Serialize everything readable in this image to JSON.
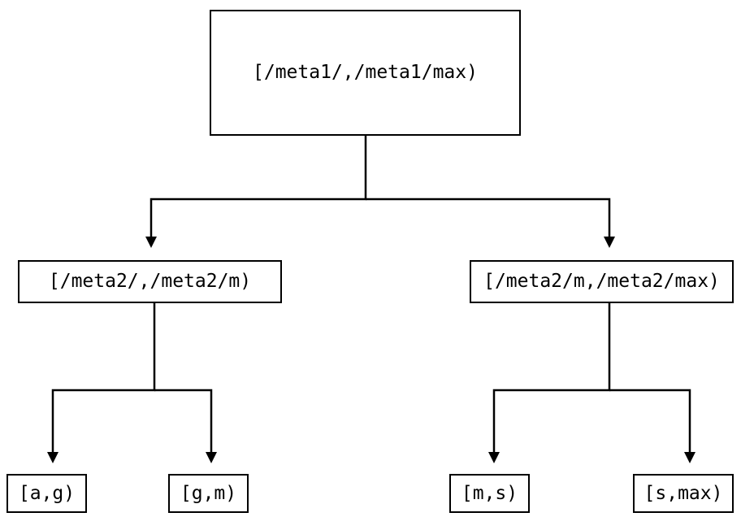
{
  "diagram": {
    "type": "binary-partition-tree",
    "orientation": "top-down",
    "background_color": "#ffffff",
    "line_color": "#000000",
    "text_color": "#000000",
    "arrowhead": "filled-triangle-down",
    "nodes": {
      "root": {
        "label": "[/meta1/,/meta1/max)",
        "level": 0
      },
      "mid_left": {
        "label": "[/meta2/,/meta2/m)",
        "level": 1
      },
      "mid_right": {
        "label": "[/meta2/m,/meta2/max)",
        "level": 1
      },
      "leaf_1": {
        "label": "[a,g)",
        "level": 2
      },
      "leaf_2": {
        "label": "[g,m)",
        "level": 2
      },
      "leaf_3": {
        "label": "[m,s)",
        "level": 2
      },
      "leaf_4": {
        "label": "[s,max)",
        "level": 2
      }
    },
    "edges": [
      {
        "from": "root",
        "to": "mid_left"
      },
      {
        "from": "root",
        "to": "mid_right"
      },
      {
        "from": "mid_left",
        "to": "leaf_1"
      },
      {
        "from": "mid_left",
        "to": "leaf_2"
      },
      {
        "from": "mid_right",
        "to": "leaf_3"
      },
      {
        "from": "mid_right",
        "to": "leaf_4"
      }
    ]
  }
}
